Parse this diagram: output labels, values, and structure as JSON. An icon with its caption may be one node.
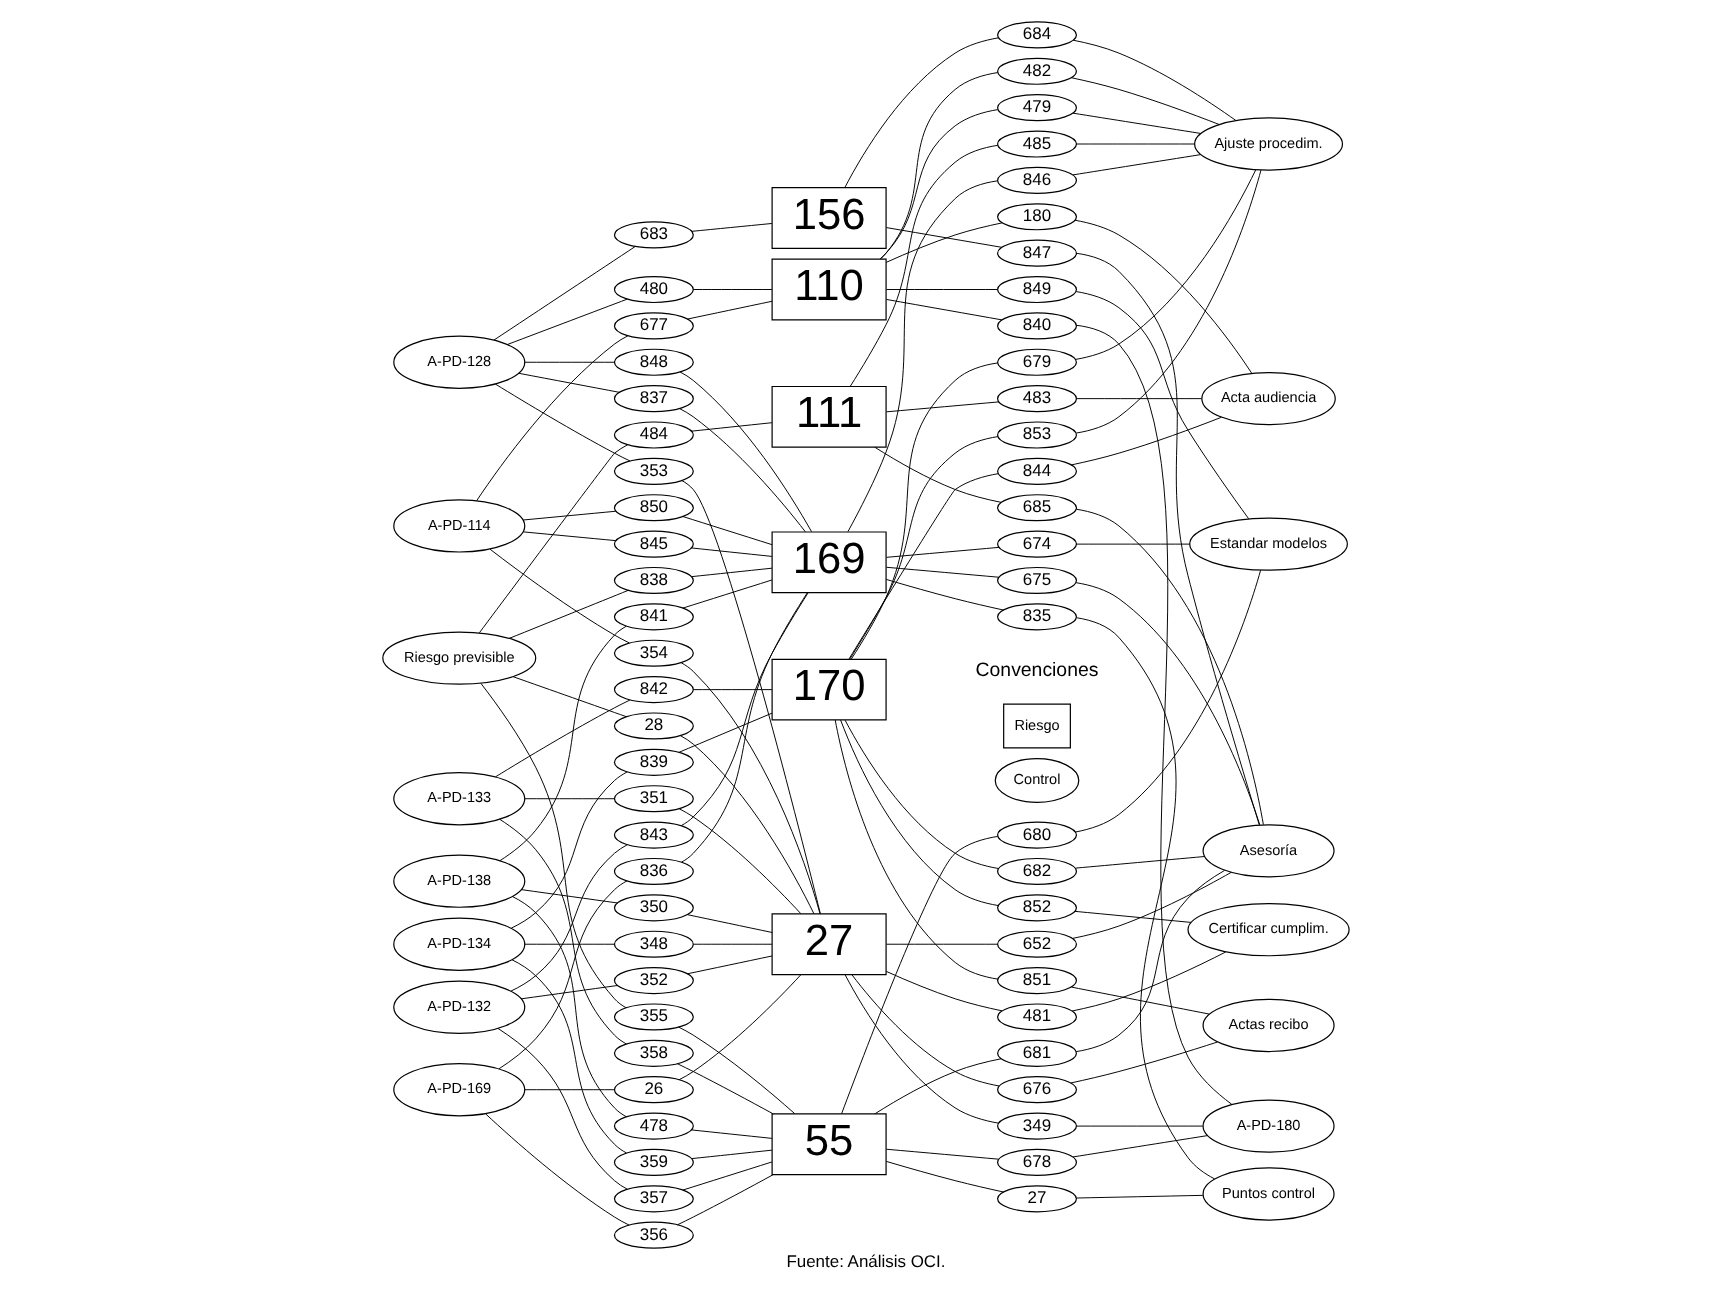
{
  "diagram": {
    "caption": "Fuente: Análisis OCI.",
    "nodes": [
      {
        "text": [
          "A-PD-114"
        ]
      },
      {
        "text": [
          "A-PD-128"
        ]
      },
      {
        "text": [
          "A-PD-132"
        ]
      },
      {
        "text": [
          "A-PD-133"
        ]
      },
      {
        "text": [
          "A-PD-134"
        ]
      },
      {
        "text": [
          "A-PD-138"
        ]
      },
      {
        "text": [
          "A-PD-169"
        ]
      },
      {
        "text": [
          "Riesgo previsible"
        ]
      },
      {
        "text": [
          "354"
        ]
      },
      {
        "text": [
          "677"
        ]
      },
      {
        "text": [
          "845"
        ]
      },
      {
        "text": [
          "850"
        ]
      },
      {
        "text": [
          "353"
        ]
      },
      {
        "text": [
          "480"
        ]
      },
      {
        "text": [
          "683"
        ]
      },
      {
        "text": [
          "837"
        ]
      },
      {
        "text": [
          "848"
        ]
      },
      {
        "text": [
          "352"
        ]
      },
      {
        "text": [
          "357"
        ]
      },
      {
        "text": [
          "843"
        ]
      },
      {
        "text": [
          "351"
        ]
      },
      {
        "text": [
          "358"
        ]
      },
      {
        "text": [
          "842"
        ]
      },
      {
        "text": [
          "348"
        ]
      },
      {
        "text": [
          "359"
        ]
      },
      {
        "text": [
          "839"
        ]
      },
      {
        "text": [
          "350"
        ]
      },
      {
        "text": [
          "478"
        ]
      },
      {
        "text": [
          "841"
        ]
      },
      {
        "text": [
          "26"
        ]
      },
      {
        "text": [
          "356"
        ]
      },
      {
        "text": [
          "836"
        ]
      },
      {
        "text": [
          "28"
        ]
      },
      {
        "text": [
          "355"
        ]
      },
      {
        "text": [
          "484"
        ]
      },
      {
        "text": [
          "838"
        ]
      },
      {
        "text": [
          "27"
        ]
      },
      {
        "text": [
          "55"
        ]
      },
      {
        "text": [
          "110"
        ]
      },
      {
        "text": [
          "111"
        ]
      },
      {
        "text": [
          "156"
        ]
      },
      {
        "text": [
          "169"
        ]
      },
      {
        "text": [
          "170"
        ]
      },
      {
        "text": [
          "349"
        ]
      },
      {
        "text": [
          "678"
        ]
      },
      {
        "text": [
          "840"
        ]
      },
      {
        "text": [
          "674"
        ]
      },
      {
        "text": [
          "680"
        ]
      },
      {
        "text": [
          "849"
        ]
      },
      {
        "text": [
          "652"
        ]
      },
      {
        "text": [
          "675"
        ]
      },
      {
        "text": [
          "681"
        ]
      },
      {
        "text": [
          "682"
        ]
      },
      {
        "text": [
          "685"
        ]
      },
      {
        "text": [
          "847"
        ]
      },
      {
        "text": [
          "180"
        ]
      },
      {
        "text": [
          "483"
        ]
      },
      {
        "text": [
          "844"
        ]
      },
      {
        "text": [
          "479"
        ]
      },
      {
        "text": [
          "482"
        ]
      },
      {
        "text": [
          "485"
        ]
      },
      {
        "text": [
          "679"
        ]
      },
      {
        "text": [
          "684"
        ]
      },
      {
        "text": [
          "846"
        ]
      },
      {
        "text": [
          "853"
        ]
      },
      {
        "text": [
          "481"
        ]
      },
      {
        "text": [
          "852"
        ]
      },
      {
        "text": [
          "27"
        ]
      },
      {
        "text": [
          "835"
        ]
      },
      {
        "text": [
          "676"
        ]
      },
      {
        "text": [
          "851"
        ]
      },
      {
        "text": [
          "A-PD-180"
        ]
      },
      {
        "text": [
          "Estandar modelos"
        ]
      },
      {
        "text": [
          "Asesoría"
        ]
      },
      {
        "text": [
          "Acta audiencia"
        ]
      },
      {
        "text": [
          "Ajuste procedim."
        ]
      },
      {
        "text": [
          "Certificar cumplim."
        ]
      },
      {
        "text": [
          "Puntos control"
        ]
      },
      {
        "text": [
          "Actas recibo"
        ]
      }
    ],
    "edges": [
      {
        "from": 0,
        "to": 8,
        "arrow": "none"
      },
      {
        "from": 0,
        "to": 9,
        "arrow": "none"
      },
      {
        "from": 0,
        "to": 10,
        "arrow": "none"
      },
      {
        "from": 0,
        "to": 11,
        "arrow": "none"
      },
      {
        "from": 1,
        "to": 12,
        "arrow": "none"
      },
      {
        "from": 1,
        "to": 13,
        "arrow": "none"
      },
      {
        "from": 1,
        "to": 14,
        "arrow": "none"
      },
      {
        "from": 1,
        "to": 15,
        "arrow": "none"
      },
      {
        "from": 1,
        "to": 16,
        "arrow": "none"
      },
      {
        "from": 2,
        "to": 17,
        "arrow": "none"
      },
      {
        "from": 2,
        "to": 18,
        "arrow": "none"
      },
      {
        "from": 2,
        "to": 19,
        "arrow": "none"
      },
      {
        "from": 3,
        "to": 20,
        "arrow": "none"
      },
      {
        "from": 3,
        "to": 21,
        "arrow": "none"
      },
      {
        "from": 3,
        "to": 22,
        "arrow": "none"
      },
      {
        "from": 4,
        "to": 23,
        "arrow": "none"
      },
      {
        "from": 4,
        "to": 24,
        "arrow": "none"
      },
      {
        "from": 4,
        "to": 25,
        "arrow": "none"
      },
      {
        "from": 5,
        "to": 26,
        "arrow": "none"
      },
      {
        "from": 5,
        "to": 27,
        "arrow": "none"
      },
      {
        "from": 5,
        "to": 28,
        "arrow": "none"
      },
      {
        "from": 6,
        "to": 29,
        "arrow": "none"
      },
      {
        "from": 6,
        "to": 30,
        "arrow": "none"
      },
      {
        "from": 6,
        "to": 31,
        "arrow": "none"
      },
      {
        "from": 7,
        "to": 32,
        "arrow": "none"
      },
      {
        "from": 7,
        "to": 33,
        "arrow": "none"
      },
      {
        "from": 7,
        "to": 34,
        "arrow": "none"
      },
      {
        "from": 7,
        "to": 35,
        "arrow": "none"
      },
      {
        "from": 8,
        "to": 36,
        "arrow": "none"
      },
      {
        "from": 9,
        "to": 38,
        "arrow": "none"
      },
      {
        "from": 10,
        "to": 41,
        "arrow": "none"
      },
      {
        "from": 11,
        "to": 41,
        "arrow": "none"
      },
      {
        "from": 12,
        "to": 36,
        "arrow": "none"
      },
      {
        "from": 13,
        "to": 38,
        "arrow": "none"
      },
      {
        "from": 14,
        "to": 40,
        "arrow": "none"
      },
      {
        "from": 15,
        "to": 41,
        "arrow": "none"
      },
      {
        "from": 16,
        "to": 41,
        "arrow": "none"
      },
      {
        "from": 17,
        "to": 36,
        "arrow": "none"
      },
      {
        "from": 18,
        "to": 37,
        "arrow": "none"
      },
      {
        "from": 19,
        "to": 41,
        "arrow": "none"
      },
      {
        "from": 20,
        "to": 36,
        "arrow": "none"
      },
      {
        "from": 21,
        "to": 37,
        "arrow": "none"
      },
      {
        "from": 22,
        "to": 42,
        "arrow": "none"
      },
      {
        "from": 23,
        "to": 36,
        "arrow": "none"
      },
      {
        "from": 24,
        "to": 37,
        "arrow": "none"
      },
      {
        "from": 25,
        "to": 42,
        "arrow": "none"
      },
      {
        "from": 26,
        "to": 36,
        "arrow": "none"
      },
      {
        "from": 27,
        "to": 37,
        "arrow": "none"
      },
      {
        "from": 28,
        "to": 41,
        "arrow": "none"
      },
      {
        "from": 29,
        "to": 36,
        "arrow": "none"
      },
      {
        "from": 30,
        "to": 37,
        "arrow": "none"
      },
      {
        "from": 31,
        "to": 41,
        "arrow": "none"
      },
      {
        "from": 32,
        "to": 36,
        "arrow": "none"
      },
      {
        "from": 33,
        "to": 37,
        "arrow": "none"
      },
      {
        "from": 34,
        "to": 39,
        "arrow": "none"
      },
      {
        "from": 35,
        "to": 41,
        "arrow": "none"
      },
      {
        "from": 36,
        "to": 43,
        "arrow": "none"
      },
      {
        "from": 37,
        "to": 44,
        "arrow": "none"
      },
      {
        "from": 38,
        "to": 45,
        "arrow": "none"
      },
      {
        "from": 41,
        "to": 46,
        "arrow": "none"
      },
      {
        "from": 37,
        "to": 47,
        "arrow": "none"
      },
      {
        "from": 38,
        "to": 48,
        "arrow": "none"
      },
      {
        "from": 36,
        "to": 49,
        "arrow": "none"
      },
      {
        "from": 41,
        "to": 50,
        "arrow": "none"
      },
      {
        "from": 37,
        "to": 51,
        "arrow": "none"
      },
      {
        "from": 42,
        "to": 52,
        "arrow": "none"
      },
      {
        "from": 39,
        "to": 53,
        "arrow": "none"
      },
      {
        "from": 40,
        "to": 54,
        "arrow": "none"
      },
      {
        "from": 38,
        "to": 55,
        "arrow": "none"
      },
      {
        "from": 39,
        "to": 56,
        "arrow": "none"
      },
      {
        "from": 42,
        "to": 57,
        "arrow": "none"
      },
      {
        "from": 38,
        "to": 58,
        "arrow": "none"
      },
      {
        "from": 38,
        "to": 59,
        "arrow": "none"
      },
      {
        "from": 39,
        "to": 60,
        "arrow": "none"
      },
      {
        "from": 42,
        "to": 61,
        "arrow": "none"
      },
      {
        "from": 40,
        "to": 62,
        "arrow": "none"
      },
      {
        "from": 41,
        "to": 63,
        "arrow": "none"
      },
      {
        "from": 42,
        "to": 64,
        "arrow": "none"
      },
      {
        "from": 36,
        "to": 65,
        "arrow": "none"
      },
      {
        "from": 42,
        "to": 66,
        "arrow": "none"
      },
      {
        "from": 37,
        "to": 67,
        "arrow": "none"
      },
      {
        "from": 41,
        "to": 68,
        "arrow": "none"
      },
      {
        "from": 36,
        "to": 69,
        "arrow": "none"
      },
      {
        "from": 42,
        "to": 70,
        "arrow": "none"
      },
      {
        "from": 43,
        "to": 71,
        "arrow": "none"
      },
      {
        "from": 44,
        "to": 71,
        "arrow": "none"
      },
      {
        "from": 45,
        "to": 71,
        "arrow": "none"
      },
      {
        "from": 46,
        "to": 72,
        "arrow": "none"
      },
      {
        "from": 47,
        "to": 72,
        "arrow": "none"
      },
      {
        "from": 48,
        "to": 72,
        "arrow": "none"
      },
      {
        "from": 49,
        "to": 73,
        "arrow": "none"
      },
      {
        "from": 50,
        "to": 73,
        "arrow": "none"
      },
      {
        "from": 51,
        "to": 73,
        "arrow": "none"
      },
      {
        "from": 52,
        "to": 73,
        "arrow": "none"
      },
      {
        "from": 53,
        "to": 73,
        "arrow": "none"
      },
      {
        "from": 54,
        "to": 73,
        "arrow": "none"
      },
      {
        "from": 55,
        "to": 74,
        "arrow": "none"
      },
      {
        "from": 56,
        "to": 74,
        "arrow": "none"
      },
      {
        "from": 57,
        "to": 74,
        "arrow": "none"
      },
      {
        "from": 58,
        "to": 75,
        "arrow": "none"
      },
      {
        "from": 59,
        "to": 75,
        "arrow": "none"
      },
      {
        "from": 60,
        "to": 75,
        "arrow": "none"
      },
      {
        "from": 61,
        "to": 75,
        "arrow": "none"
      },
      {
        "from": 62,
        "to": 75,
        "arrow": "none"
      },
      {
        "from": 63,
        "to": 75,
        "arrow": "none"
      },
      {
        "from": 64,
        "to": 75,
        "arrow": "none"
      },
      {
        "from": 65,
        "to": 76,
        "arrow": "none"
      },
      {
        "from": 66,
        "to": 76,
        "arrow": "none"
      },
      {
        "from": 67,
        "to": 77,
        "arrow": "none"
      },
      {
        "from": 68,
        "to": 77,
        "arrow": "none"
      },
      {
        "from": 69,
        "to": 78,
        "arrow": "none"
      },
      {
        "from": 70,
        "to": 78,
        "arrow": "none"
      }
    ],
    "labels": [
      "Convenciones"
    ],
    "legend": [
      {
        "text": "Riesgo"
      },
      {
        "text": "Control"
      }
    ]
  }
}
